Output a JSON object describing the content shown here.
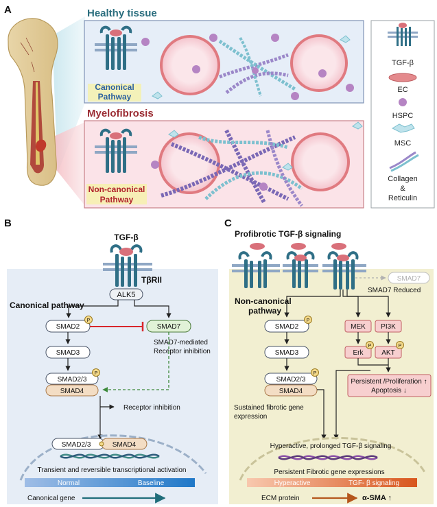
{
  "panel_a": {
    "letter": "A",
    "healthy_title": "Healthy tissue",
    "healthy_pathway_line1": "Canonical",
    "healthy_pathway_line2": "Pathway",
    "mf_title": "Myelofibrosis",
    "mf_pathway_line1": "Non-canonical",
    "mf_pathway_line2": "Pathway",
    "legend": {
      "tgf": "TGF-β",
      "ec": "EC",
      "hspc": "HSPC",
      "msc": "MSC",
      "collagen_line1": "Collagen",
      "collagen_line2": "&",
      "collagen_line3": "Reticulin"
    }
  },
  "panel_b": {
    "letter": "B",
    "ligand": "TGF-β",
    "receptor2": "TβRII",
    "alk5": "ALK5",
    "pathway_title": "Canonical pathway",
    "smad2": "SMAD2",
    "smad7": "SMAD7",
    "smad3": "SMAD3",
    "smad23": "SMAD2/3",
    "smad4": "SMAD4",
    "p": "P",
    "smad7_note_line1": "SMAD7-mediated",
    "smad7_note_line2": "Receptor inhibition",
    "receptor_inhibition": "Receptor inhibition",
    "nucleus_smad23": "SMAD2/3",
    "nucleus_smad4": "SMAD4",
    "transcription": "Transient and reversible transcriptional activation",
    "bar_left": "Normal",
    "bar_right": "Baseline",
    "gene_label": "Canonical gene"
  },
  "panel_c": {
    "letter": "C",
    "title": "Profibrotic TGF-β signaling",
    "smad7_faded": "SMAD7",
    "smad7_reduced": "SMAD7 Reduced",
    "pathway_line1": "Non-canonical",
    "pathway_line2": "pathway",
    "smad2": "SMAD2",
    "smad3": "SMAD3",
    "smad23": "SMAD2/3",
    "smad4": "SMAD4",
    "p": "P",
    "mek": "MEK",
    "pi3k": "PI3K",
    "erk": "Erk",
    "akt": "AKT",
    "outcome_line1": "Persistent /Proliferation ↑",
    "outcome_line2": "Apoptosis ↓",
    "sustained_line1": "Sustained fibrotic gene",
    "sustained_line2": "expression",
    "hyperactive": "Hyperactive, prolonged TGF-β signaling",
    "persistent_expr": "Persistent Fibrotic gene expressions",
    "bar_left": "Hyperactive",
    "bar_right": "TGF- β signaling",
    "ecm": "ECM protein",
    "asma": "α-SMA ↑"
  },
  "colors": {
    "teal": "#2f6f86",
    "pink_ligand": "#d9707a",
    "healthy_bg": "#e6eef8",
    "mf_bg": "#fbe3e8",
    "panel_b_bg": "#e6edf6",
    "panel_c_bg": "#f2efd1",
    "smad4_fill": "#f3ddc4",
    "red_inhibit": "#d9262b",
    "green_dash": "#3d8a3a",
    "bar_blue_light": "#9fbde6",
    "bar_blue_dark": "#1f78c8",
    "bar_orange_light": "#f8c8ae",
    "bar_orange_dark": "#d8561d",
    "mek_fill": "#f7cfcf",
    "mf_title": "#9b2c33",
    "healthy_title": "#2b6e7e"
  }
}
